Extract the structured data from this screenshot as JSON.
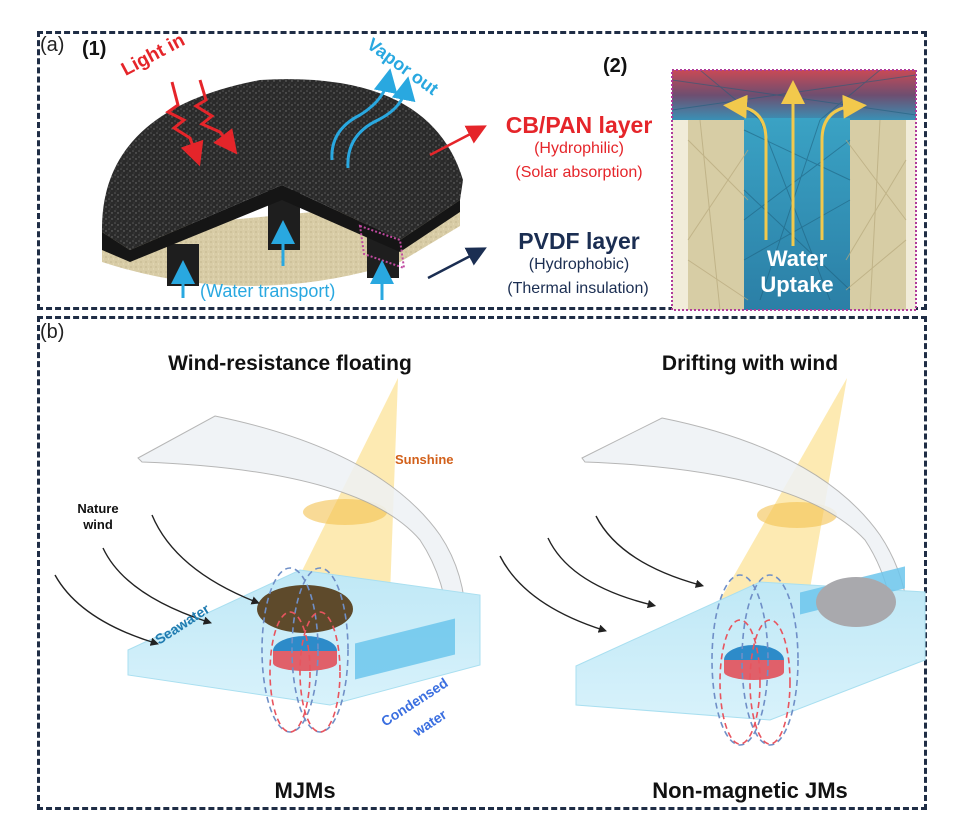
{
  "panel_a": {
    "label": "(a)",
    "sub1": {
      "label": "(1)",
      "light_in": "Light in",
      "vapor_out": "Vapor out",
      "water_transport": "(Water transport)",
      "cb_pan": {
        "title": "CB/PAN layer",
        "line1": "(Hydrophilic)",
        "line2": "(Solar absorption)"
      },
      "pvdf": {
        "title": "PVDF layer",
        "line1": "(Hydrophobic)",
        "line2": "(Thermal insulation)"
      }
    },
    "sub2": {
      "label": "(2)",
      "water_uptake_1": "Water",
      "water_uptake_2": "Uptake"
    }
  },
  "panel_b": {
    "label": "(b)",
    "left": {
      "title": "Wind-resistance floating",
      "sunshine": "Sunshine",
      "nature_wind_1": "Nature",
      "nature_wind_2": "wind",
      "seawater": "Seawater",
      "condensed_1": "Condensed",
      "condensed_2": "water",
      "caption": "MJMs"
    },
    "right": {
      "title": "Drifting with wind",
      "caption": "Non-magnetic JMs"
    }
  },
  "colors": {
    "frame": "#1f2d45",
    "red": "#e5252a",
    "blue": "#29a8e0",
    "navy": "#1b2e52",
    "sunshine": "#d2601a",
    "beige": "#d8cca6"
  }
}
